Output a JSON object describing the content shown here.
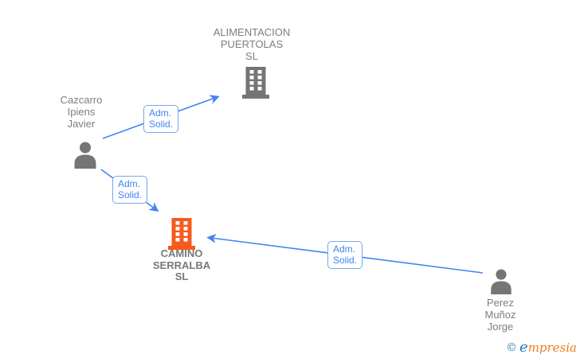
{
  "diagram": {
    "nodes": {
      "company_top": {
        "label": "ALIMENTACION\nPUERTOLAS\nSL",
        "type": "company",
        "icon": "building-icon",
        "color": "#757575"
      },
      "person_left": {
        "label": "Cazcarro\nIpiens\nJavier",
        "type": "person",
        "icon": "person-icon",
        "color": "#757575"
      },
      "company_center": {
        "label": "CAMINO\nSERRALBA\nSL",
        "type": "company",
        "icon": "building-icon",
        "color": "#f65a1d"
      },
      "person_right": {
        "label": "Perez\nMuñoz\nJorge",
        "type": "person",
        "icon": "person-icon",
        "color": "#757575"
      }
    },
    "edges": [
      {
        "from": "person_left",
        "to": "company_top",
        "label": "Adm.\nSolid."
      },
      {
        "from": "person_left",
        "to": "company_center",
        "label": "Adm.\nSolid."
      },
      {
        "from": "person_right",
        "to": "company_center",
        "label": "Adm.\nSolid."
      }
    ],
    "edge_color": "#4285f4",
    "edge_label_border_color": "#74a7f0"
  },
  "footer": {
    "copyright": "©",
    "logo_e": "e",
    "logo_rest": "mpresia",
    "logo_colors": {
      "copyright": "#2e86a3",
      "e": "#2179c8",
      "rest": "#ee7d1c"
    }
  }
}
